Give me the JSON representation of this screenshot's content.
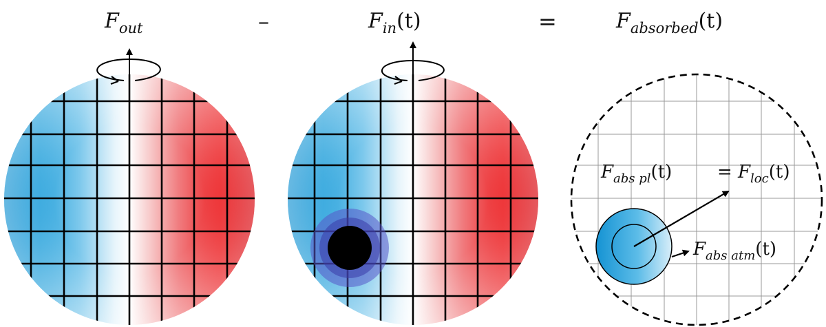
{
  "equation": {
    "term_out": {
      "base": "F",
      "sub": "out",
      "arg": ""
    },
    "minus": "–",
    "term_in": {
      "base": "F",
      "sub": "in",
      "arg": "(t)"
    },
    "equals": "=",
    "term_absorbed": {
      "base": "F",
      "sub": "absorbed",
      "arg": "(t)"
    }
  },
  "annotations": {
    "abs_pl": {
      "base": "F",
      "sub": "abs pl",
      "arg": "(t)"
    },
    "eq_sign": "=",
    "loc": {
      "base": "F",
      "sub": "loc",
      "arg": "(t)"
    },
    "abs_atm": {
      "base": "F",
      "sub": "abs atm",
      "arg": "(t)"
    }
  },
  "colors": {
    "approaching_blue": "#1a9ad8",
    "receding_red": "#e8000a",
    "center_white": "#ffffff",
    "planet": "#000000",
    "atmosphere": "#6a6ad0",
    "absorbed_region": "#3fb3ea",
    "grid": "#000000"
  },
  "icons": {
    "rotation": "rotation-axis-icon",
    "planet": "planet-disk-icon",
    "pointer": "arrow-pointer-icon"
  }
}
